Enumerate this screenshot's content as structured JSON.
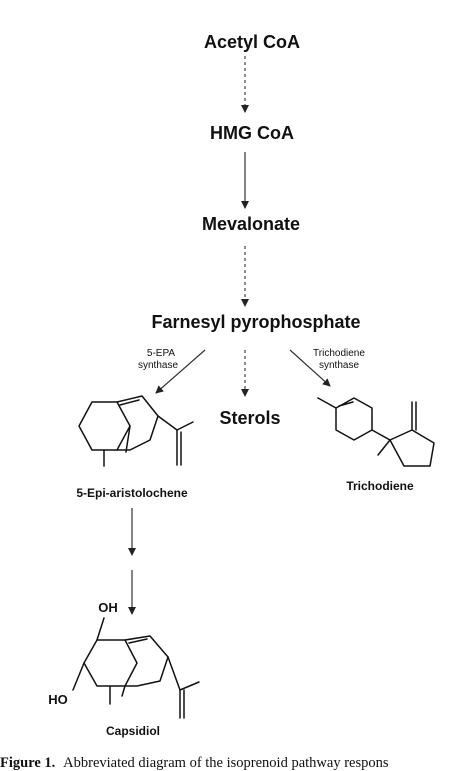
{
  "pathway": {
    "acetyl_coa": "Acetyl CoA",
    "hmg_coa": "HMG CoA",
    "mevalonate": "Mevalonate",
    "farnesyl_pp": "Farnesyl pyrophosphate",
    "sterols": "Sterols"
  },
  "enzymes": {
    "epa_line1": "5-EPA",
    "epa_line2": "synthase",
    "trich_line1": "Trichodiene",
    "trich_line2": "synthase"
  },
  "products": {
    "epi_aristolochene": "5-Epi-aristolochene",
    "trichodiene": "Trichodiene",
    "capsidiol": "Capsidiol"
  },
  "atom_labels": {
    "oh_top": "OH",
    "ho_left": "HO"
  },
  "caption": {
    "label": "Figure 1.",
    "text": "Abbreviated diagram of the isoprenoid pathway respons"
  },
  "colors": {
    "ink": "#111111",
    "arrow": "#333333"
  }
}
